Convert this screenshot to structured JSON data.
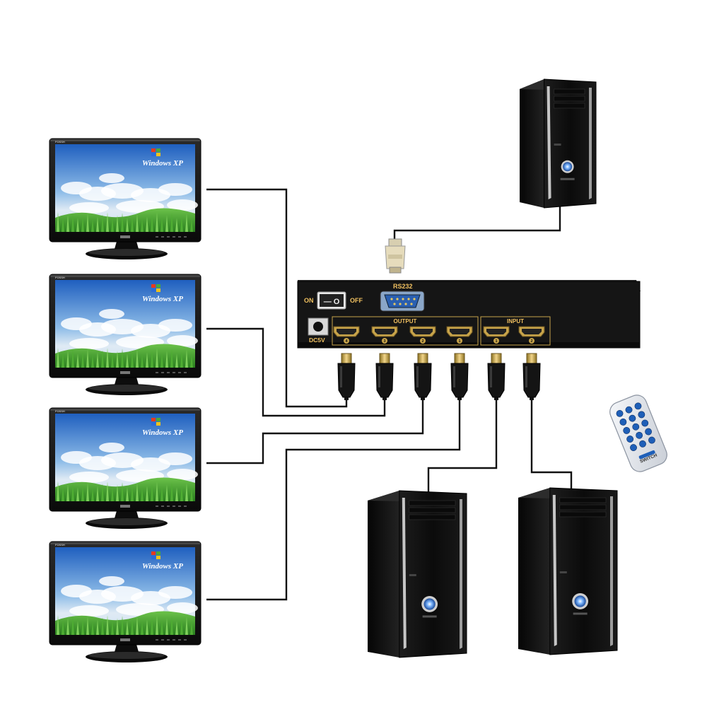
{
  "monitors": [
    {
      "id": "monitor-1",
      "brand": "FOSSH",
      "screen_text": "Windows XP"
    },
    {
      "id": "monitor-2",
      "brand": "FOSSH",
      "screen_text": "Windows XP"
    },
    {
      "id": "monitor-3",
      "brand": "FOSSH",
      "screen_text": "Windows XP"
    },
    {
      "id": "monitor-4",
      "brand": "FOSSH",
      "screen_text": "Windows XP"
    }
  ],
  "switch_box": {
    "on_label": "ON",
    "off_label": "OFF",
    "power_symbols": "— O",
    "rs232_label": "RS232",
    "dc_label": "DC5V",
    "output_label": "OUTPUT",
    "input_label": "INPUT",
    "output_ports": [
      "4",
      "3",
      "2",
      "1"
    ],
    "input_ports": [
      "1",
      "2"
    ]
  },
  "remote": {
    "button_label": "SWITCH"
  },
  "colors": {
    "device_body": "#141414",
    "gold_trim": "#c8a44a",
    "rs232_blue": "#2a5fb0",
    "cable": "#111111",
    "sky": "#3a7fd0",
    "grass": "#3b9a2c"
  }
}
